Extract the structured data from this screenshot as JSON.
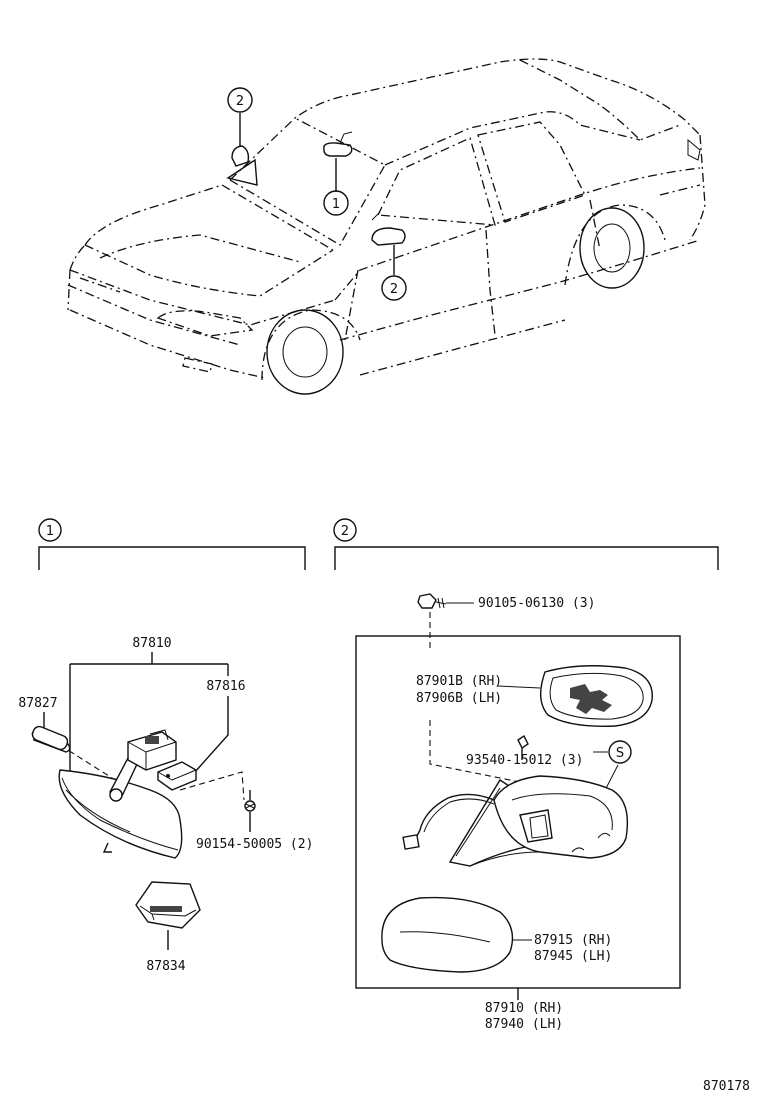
{
  "callouts": {
    "one": "1",
    "two": "2"
  },
  "section1": {
    "number": "1",
    "parts": {
      "p87810": "87810",
      "p87816": "87816",
      "p87827": "87827",
      "p90154": "90154-50005 (2)",
      "p87834": "87834"
    }
  },
  "section2": {
    "number": "2",
    "parts": {
      "p90105": "90105-06130 (3)",
      "p87901": "87901B (RH)",
      "p87906": "87906B (LH)",
      "p93540": "93540-15012 (3)",
      "s_mark": "S",
      "p87915": "87915 (RH)",
      "p87945": "87945 (LH)",
      "p87910": "87910 (RH)",
      "p87940": "87940 (LH)"
    }
  },
  "figure_code": "870178"
}
